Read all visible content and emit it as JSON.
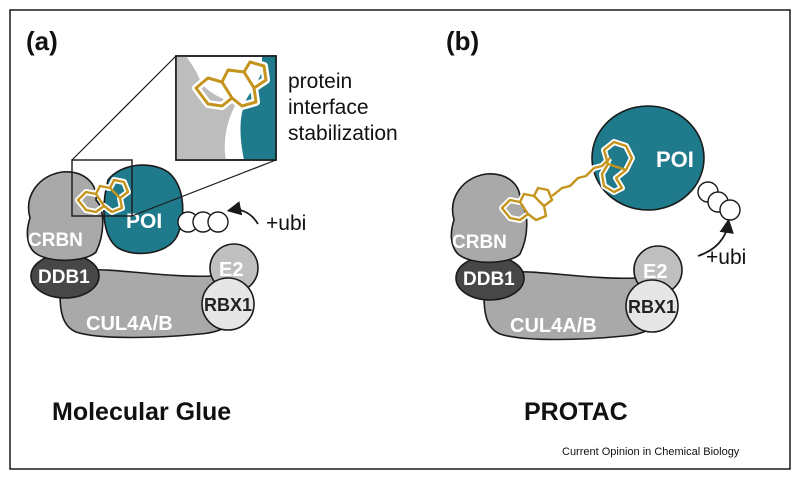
{
  "colors": {
    "protein_gray": "#a9a9a9",
    "ddb1_dark": "#474747",
    "e2_gray": "#bfbfbf",
    "rbx1_light": "#e6e6e6",
    "poi_teal": "#1f7a8c",
    "drug_gold": "#c4941c",
    "outline": "#1a1a1a"
  },
  "panel_a": {
    "letter": "(a)",
    "caption": "Molecular Glue",
    "labels": {
      "crbn": "CRBN",
      "ddb1": "DDB1",
      "cul4": "CUL4A/B",
      "e2": "E2",
      "rbx1": "RBX1",
      "poi": "POI",
      "ubi": "+ubi"
    },
    "inset_note": [
      "protein",
      "interface",
      "stabilization"
    ]
  },
  "panel_b": {
    "letter": "(b)",
    "caption": "PROTAC",
    "labels": {
      "crbn": "CRBN",
      "ddb1": "DDB1",
      "cul4": "CUL4A/B",
      "e2": "E2",
      "rbx1": "RBX1",
      "poi": "POI",
      "ubi": "+ubi"
    }
  },
  "credit": "Current Opinion in Chemical Biology",
  "icons": [
    "ubiquitin-chain-icon",
    "curved-arrow-icon",
    "small-molecule-icon"
  ]
}
